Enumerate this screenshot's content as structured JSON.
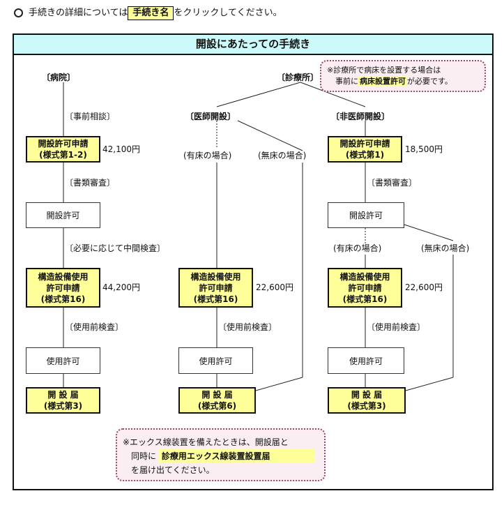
{
  "intro": {
    "before": "手続きの詳細については",
    "highlight": "手続き名",
    "after": "をクリックしてください。"
  },
  "title": "開設にあたっての手続き",
  "hospital": {
    "heading": "〔病院〕",
    "step1_note": "〔事前相談〕",
    "apply_line1": "開設許可申請",
    "apply_line2": "(様式第1-2)",
    "apply_fee": "42,100円",
    "step2_note": "〔書類審査〕",
    "permit": "開設許可",
    "step3_note": "〔必要に応じて中間検査〕",
    "struct_line1": "構造設備使用",
    "struct_line2": "許可申請",
    "struct_line3": "(様式第16)",
    "struct_fee": "44,200円",
    "step4_note": "〔使用前検査〕",
    "use_permit": "使用許可",
    "report_line1": "開 設 届",
    "report_line2": "(様式第3)"
  },
  "clinic": {
    "heading": "〔診療所〕",
    "note_line1": "※診療所で病床を設置する場合は",
    "note_line2a": "事前に",
    "note_line2b": "病床設置許可",
    "note_line2c": "が必要です。",
    "doctor": {
      "heading": "〔医師開設〕",
      "with_beds": "(有床の場合)",
      "without_beds": "(無床の場合)",
      "struct_line1": "構造設備使用",
      "struct_line2": "許可申請",
      "struct_line3": "(様式第16)",
      "struct_fee": "22,600円",
      "step_note": "〔使用前検査〕",
      "use_permit": "使用許可",
      "report_line1": "開 設 届",
      "report_line2": "(様式第6)"
    },
    "nondoctor": {
      "heading": "〔非医師開設〕",
      "apply_line1": "開設許可申請",
      "apply_line2": "(様式第1)",
      "apply_fee": "18,500円",
      "step2_note": "〔書類審査〕",
      "permit": "開設許可",
      "with_beds": "(有床の場合)",
      "without_beds": "(無床の場合)",
      "struct_line1": "構造設備使用",
      "struct_line2": "許可申請",
      "struct_line3": "(様式第16)",
      "struct_fee": "22,600円",
      "step_note": "〔使用前検査〕",
      "use_permit": "使用許可",
      "report_line1": "開 設 届",
      "report_line2": "(様式第3)"
    }
  },
  "xray_note": {
    "line1": "※エックス線装置を備えたときは、開設届と",
    "line2a": "同時に",
    "line2b": "診療用エックス線装置設置届",
    "line3": "を届け出てください。"
  },
  "colors": {
    "title_bg": "#ccfafa",
    "box_bg": "#ffff99",
    "note_bg": "#fbeef2",
    "note_border": "#9b4a6a"
  }
}
